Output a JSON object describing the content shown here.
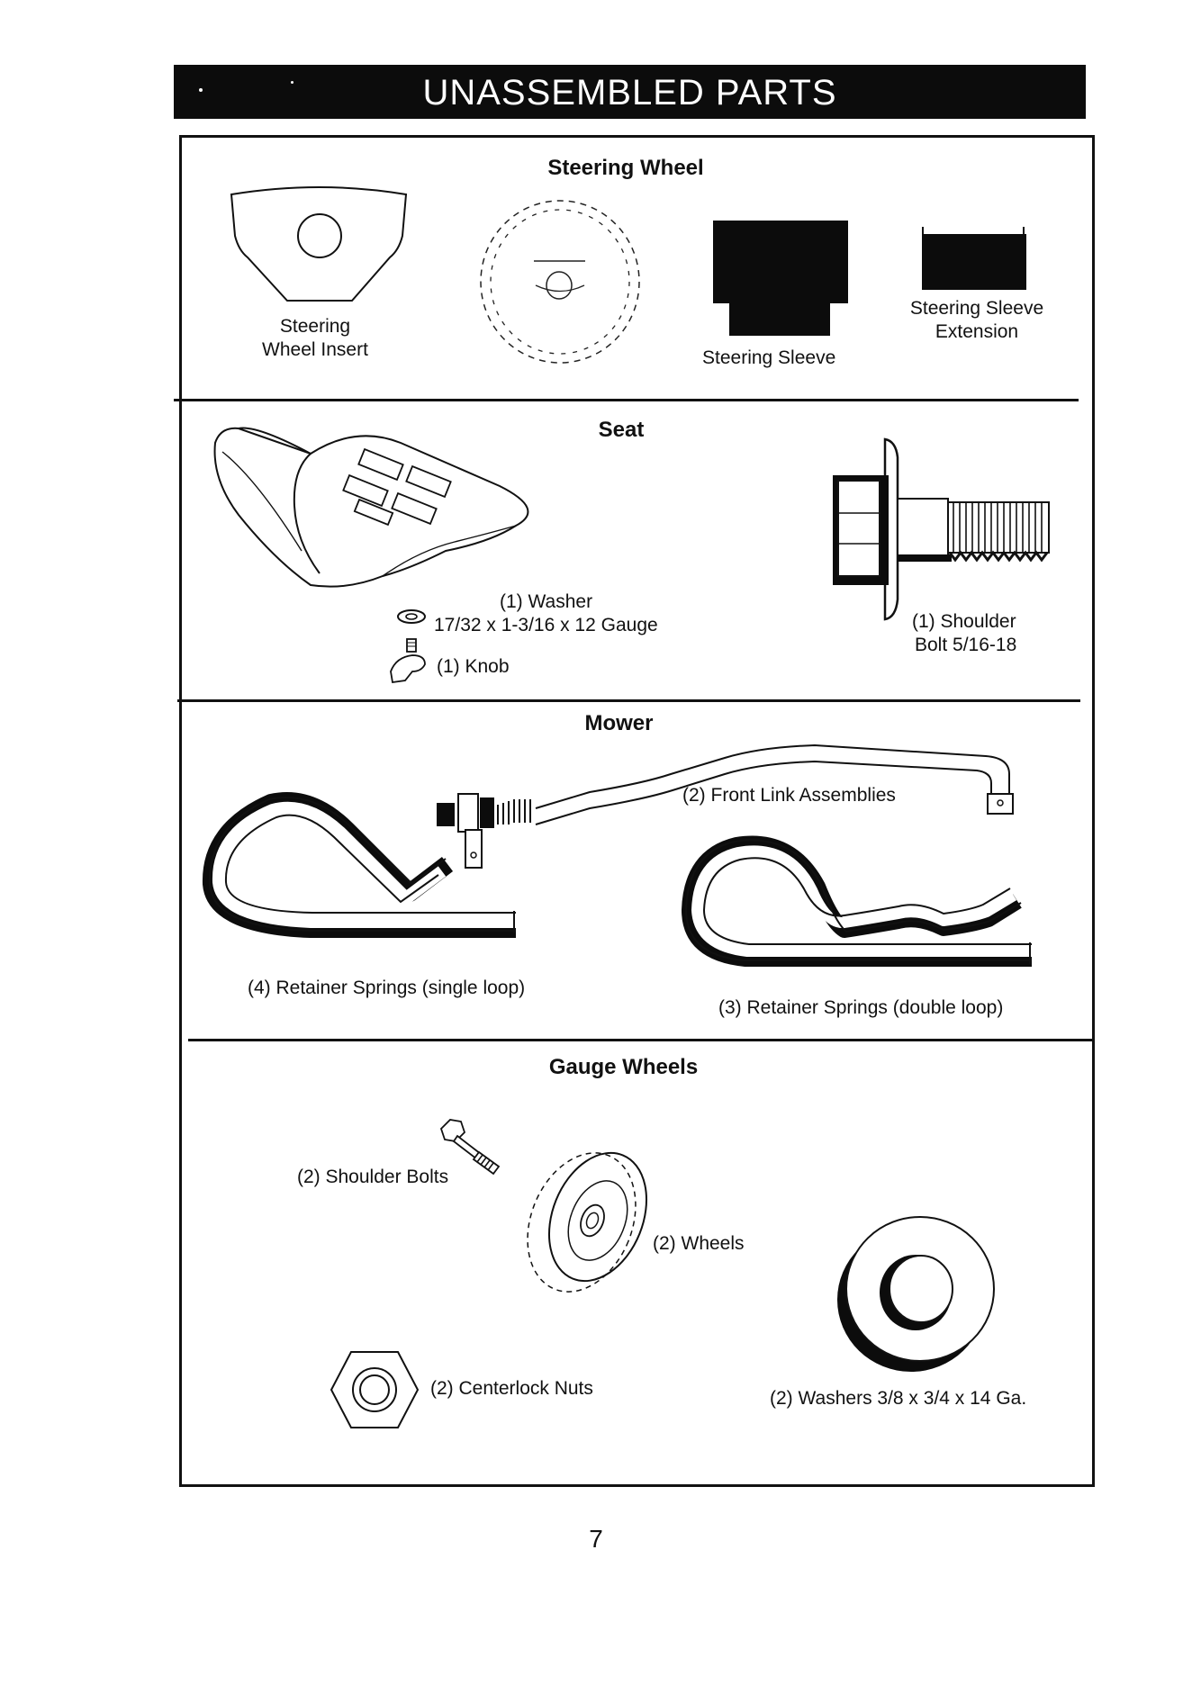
{
  "header": {
    "title": "UNASSEMBLED PARTS"
  },
  "sections": {
    "steering_wheel": {
      "title": "Steering Wheel",
      "insert_label_line1": "Steering",
      "insert_label_line2": "Wheel Insert",
      "sleeve_label": "Steering Sleeve",
      "extension_label_line1": "Steering Sleeve",
      "extension_label_line2": "Extension"
    },
    "seat": {
      "title": "Seat",
      "washer_label_line1": "(1) Washer",
      "washer_label_line2": "17/32 x 1-3/16 x 12 Gauge",
      "knob_label": "(1) Knob",
      "bolt_label_line1": "(1) Shoulder",
      "bolt_label_line2": "Bolt 5/16-18"
    },
    "mower": {
      "title": "Mower",
      "front_link_label": "(2) Front Link Assemblies",
      "single_loop_label": "(4)  Retainer Springs (single loop)",
      "double_loop_label": "(3)  Retainer Springs (double loop)"
    },
    "gauge_wheels": {
      "title": "Gauge Wheels",
      "shoulder_bolts_label": "(2) Shoulder Bolts",
      "wheels_label": "(2) Wheels",
      "centerlock_nuts_label": "(2) Centerlock Nuts",
      "washers_label": "(2) Washers 3/8 x 3/4 x 14 Ga."
    }
  },
  "footer": {
    "page_number": "7"
  },
  "colors": {
    "ink": "#111111",
    "paper": "#ffffff"
  }
}
